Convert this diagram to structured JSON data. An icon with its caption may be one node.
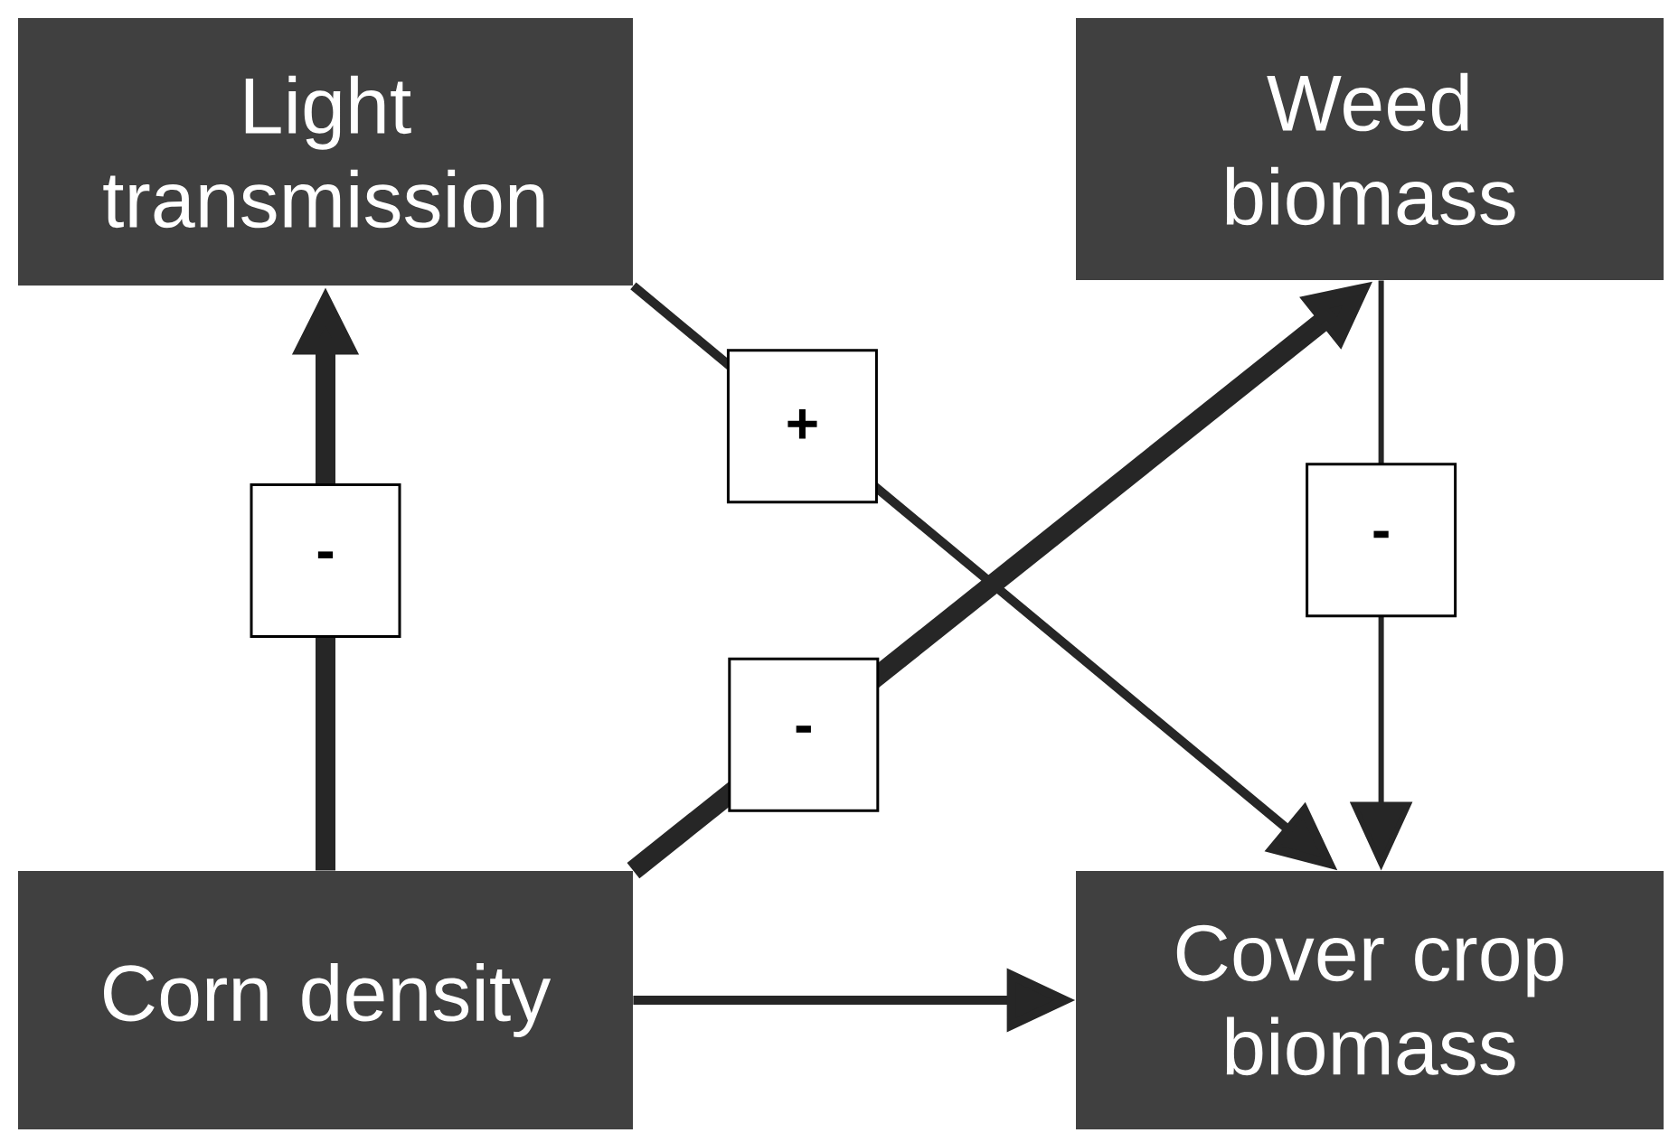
{
  "diagram": {
    "nodes": [
      {
        "text": [
          "Light transmission"
        ]
      },
      {
        "text": [
          "Weed biomass"
        ]
      },
      {
        "text": [
          "Corn density"
        ]
      },
      {
        "text": [
          "Cover crop biomass"
        ]
      }
    ],
    "edges": [
      {
        "from": 2,
        "to": 0,
        "arrow": "to",
        "label": "-",
        "style": "thick"
      },
      {
        "from": 0,
        "to": 3,
        "arrow": "to",
        "label": "+"
      },
      {
        "from": 2,
        "to": 1,
        "arrow": "to",
        "label": "-",
        "style": "thick"
      },
      {
        "from": 1,
        "to": 3,
        "arrow": "to",
        "label": "-"
      },
      {
        "from": 2,
        "to": 3,
        "arrow": "to"
      }
    ]
  }
}
